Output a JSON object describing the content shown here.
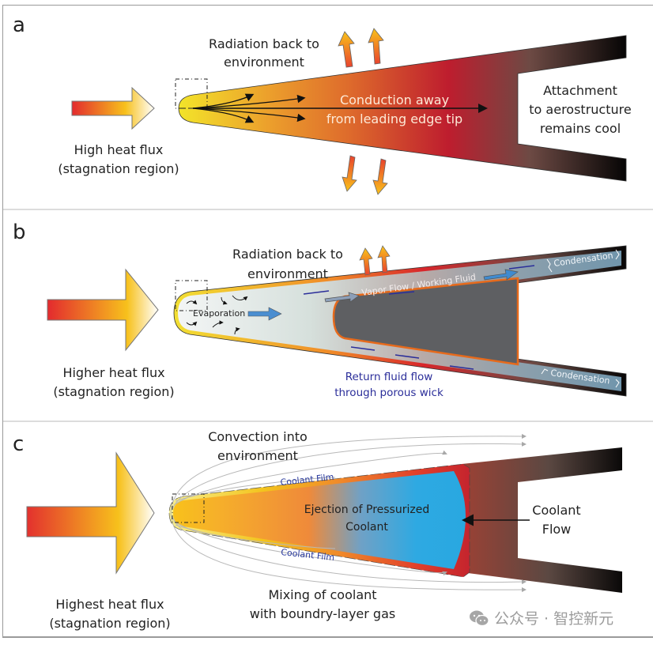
{
  "panels": [
    {
      "letter": "a",
      "incoming_label": [
        "High heat flux",
        "(stagnation region)"
      ],
      "radiation_label": [
        "Radiation back to",
        "environment"
      ],
      "conduction_label": [
        "Conduction away",
        "from leading edge tip"
      ],
      "attachment_label": [
        "Attachment",
        "to aerostructure",
        "remains cool"
      ]
    },
    {
      "letter": "b",
      "incoming_label": [
        "Higher heat flux",
        "(stagnation region)"
      ],
      "radiation_label": [
        "Radiation back to",
        "environment"
      ],
      "evaporation_label": "Evaporation",
      "vapor_label": "Vapor Flow / Working Fluid",
      "condensation_label_top": "Condensation",
      "condensation_label_bottom": "Condensation",
      "return_label": [
        "Return fluid flow",
        "through porous wick"
      ]
    },
    {
      "letter": "c",
      "incoming_label": [
        "Highest heat flux",
        "(stagnation region)"
      ],
      "convection_label": [
        "Convection into",
        "environment"
      ],
      "film_label_top": "Coolant Film",
      "film_label_bottom": "Coolant Film",
      "ejection_label": [
        "Ejection of Pressurized",
        "Coolant"
      ],
      "coolant_flow_label": [
        "Coolant",
        "Flow"
      ],
      "mixing_label": [
        "Mixing of coolant",
        "with boundry-layer gas"
      ]
    }
  ],
  "watermark": {
    "icon": "wechat-icon",
    "text": "公众号 · 智控新元"
  },
  "colors": {
    "hot_red": "#e0262b",
    "yellow": "#f7c81a",
    "orange": "#e8862c",
    "crimson": "#b81f2c",
    "cool_dark": "#0a0a0a",
    "coolant_blue": "#27a8e0",
    "wick_blue": "#2b2e9a",
    "core_gray": "#5a5b5e",
    "film_text_blue": "#2a3a9e"
  }
}
